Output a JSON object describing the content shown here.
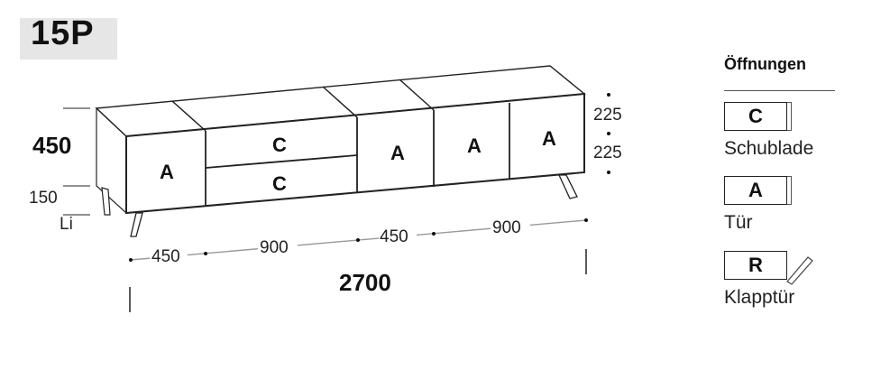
{
  "model": "15P",
  "furniture": {
    "height_total": "450",
    "height_leg": "150",
    "leg_label": "Li",
    "width_total": "2700",
    "right_dims": [
      "225",
      "225"
    ],
    "bottom_dims": [
      "450",
      "900",
      "450",
      "900"
    ],
    "front_letters": [
      "A",
      "C",
      "C",
      "A",
      "A",
      "A"
    ]
  },
  "legend": {
    "title": "Öffnungen",
    "items": [
      {
        "letter": "C",
        "label": "Schublade"
      },
      {
        "letter": "A",
        "label": "Tür"
      },
      {
        "letter": "R",
        "label": "Klapptür"
      }
    ]
  }
}
